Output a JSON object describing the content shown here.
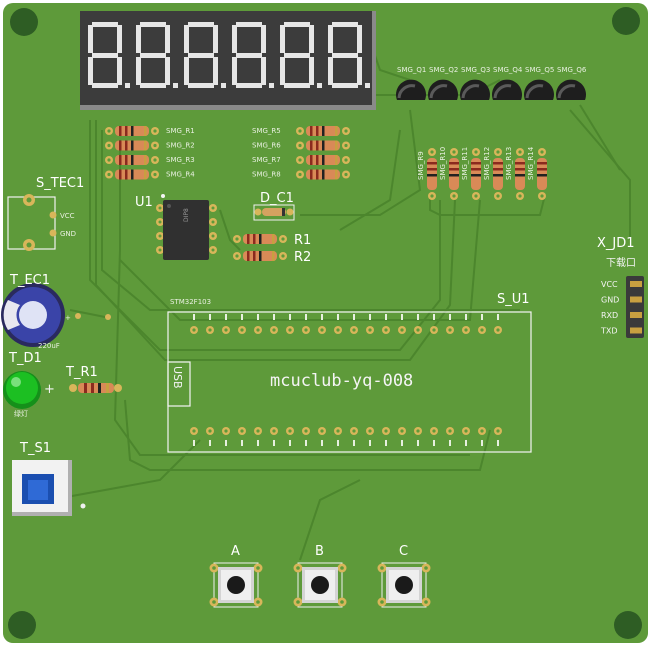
{
  "board": {
    "title": "mcuclub-yq-008",
    "mcu_label": "STM32F103",
    "usb_label": "USB"
  },
  "refs": {
    "s_tec1": "S_TEC1",
    "t_ec1": "T_EC1",
    "t_d1": "T_D1",
    "t_r1": "T_R1",
    "t_s1": "T_S1",
    "u1": "U1",
    "d_c1": "D_C1",
    "r1": "R1",
    "r2": "R2",
    "s_u1": "S_U1",
    "x_jd1": "X_JD1"
  },
  "tec_pins": [
    "VCC",
    "GND"
  ],
  "jd_header": {
    "title": "下载口",
    "pins": [
      "VCC",
      "GND",
      "RXD",
      "TXD"
    ]
  },
  "misc_text": {
    "led_color": "绿灯",
    "cap_value": "220uF",
    "plus_sign": "+",
    "u1_chip": "DIP8"
  },
  "transistor_labels": [
    "SMG_Q1",
    "SMG_Q2",
    "SMG_Q3",
    "SMG_Q4",
    "SMG_Q5",
    "SMG_Q6"
  ],
  "left_resistor_labels": [
    "SMG_R1",
    "SMG_R2",
    "SMG_R3",
    "SMG_R4"
  ],
  "mid_resistor_labels": [
    "SMG_R5",
    "SMG_R6",
    "SMG_R7",
    "SMG_R8"
  ],
  "vertical_resistor_labels": [
    "SMG_R9",
    "SMG_R10",
    "SMG_R11",
    "SMG_R12",
    "SMG_R13",
    "SMG_R14"
  ],
  "buttons": [
    {
      "label": "A"
    },
    {
      "label": "B"
    },
    {
      "label": "C"
    }
  ],
  "digits": [
    {
      "segments": "8"
    },
    {
      "segments": "8"
    },
    {
      "segments": "8"
    },
    {
      "segments": "8"
    },
    {
      "segments": "8"
    },
    {
      "segments": "8"
    }
  ],
  "colors": {
    "pcb": "#5e9a3a",
    "trace": "#4f8a2e",
    "pad": "#d8b65a",
    "display": "#3a3a3a",
    "led": "#19b81c",
    "button_cap": "#1b55b8"
  }
}
